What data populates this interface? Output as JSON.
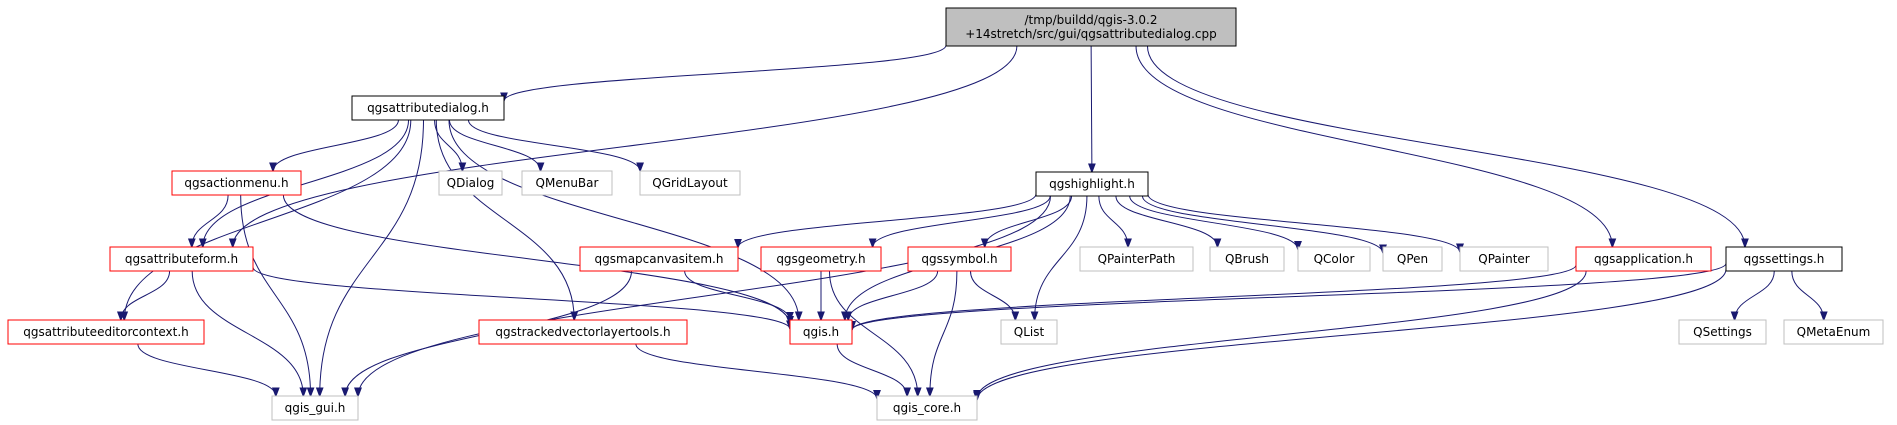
{
  "diagram": {
    "colors": {
      "root_fill": "#bfbfbf",
      "root_border": "#000000",
      "documented_border": "#000000",
      "undocumented_border": "#ff0000",
      "external_border": "#bfbfbf",
      "edge": "#191970"
    },
    "nodes": [
      {
        "id": "root",
        "lines": [
          "/tmp/buildd/qgis-3.0.2",
          "+14stretch/src/gui/qgsattributedialog.cpp"
        ],
        "kind": "root"
      },
      {
        "id": "qgsattributedialog",
        "lines": [
          "qgsattributedialog.h"
        ],
        "kind": "documented"
      },
      {
        "id": "qgshighlight",
        "lines": [
          "qgshighlight.h"
        ],
        "kind": "documented"
      },
      {
        "id": "qgssettings",
        "lines": [
          "qgssettings.h"
        ],
        "kind": "documented"
      },
      {
        "id": "qgsapplication",
        "lines": [
          "qgsapplication.h"
        ],
        "kind": "undocumented"
      },
      {
        "id": "qgsactionmenu",
        "lines": [
          "qgsactionmenu.h"
        ],
        "kind": "undocumented"
      },
      {
        "id": "qgsattributeform",
        "lines": [
          "qgsattributeform.h"
        ],
        "kind": "undocumented"
      },
      {
        "id": "qgsattributeeditorcontext",
        "lines": [
          "qgsattributeeditorcontext.h"
        ],
        "kind": "undocumented"
      },
      {
        "id": "qgstrackedvectorlayertools",
        "lines": [
          "qgstrackedvectorlayertools.h"
        ],
        "kind": "undocumented"
      },
      {
        "id": "qgsmapcanvasitem",
        "lines": [
          "qgsmapcanvasitem.h"
        ],
        "kind": "undocumented"
      },
      {
        "id": "qgsgeometry",
        "lines": [
          "qgsgeometry.h"
        ],
        "kind": "undocumented"
      },
      {
        "id": "qgssymbol",
        "lines": [
          "qgssymbol.h"
        ],
        "kind": "undocumented"
      },
      {
        "id": "qgis",
        "lines": [
          "qgis.h"
        ],
        "kind": "undocumented"
      },
      {
        "id": "qgis_gui",
        "lines": [
          "qgis_gui.h"
        ],
        "kind": "external"
      },
      {
        "id": "qgis_core",
        "lines": [
          "qgis_core.h"
        ],
        "kind": "external"
      },
      {
        "id": "QDialog",
        "lines": [
          "QDialog"
        ],
        "kind": "external"
      },
      {
        "id": "QMenuBar",
        "lines": [
          "QMenuBar"
        ],
        "kind": "external"
      },
      {
        "id": "QGridLayout",
        "lines": [
          "QGridLayout"
        ],
        "kind": "external"
      },
      {
        "id": "QPainterPath",
        "lines": [
          "QPainterPath"
        ],
        "kind": "external"
      },
      {
        "id": "QBrush",
        "lines": [
          "QBrush"
        ],
        "kind": "external"
      },
      {
        "id": "QColor",
        "lines": [
          "QColor"
        ],
        "kind": "external"
      },
      {
        "id": "QPen",
        "lines": [
          "QPen"
        ],
        "kind": "external"
      },
      {
        "id": "QPainter",
        "lines": [
          "QPainter"
        ],
        "kind": "external"
      },
      {
        "id": "QList",
        "lines": [
          "QList"
        ],
        "kind": "external"
      },
      {
        "id": "QSettings",
        "lines": [
          "QSettings"
        ],
        "kind": "external"
      },
      {
        "id": "QMetaEnum",
        "lines": [
          "QMetaEnum"
        ],
        "kind": "external"
      }
    ],
    "edges": [
      [
        "root",
        "qgsattributedialog"
      ],
      [
        "root",
        "qgsattributeform"
      ],
      [
        "root",
        "qgshighlight"
      ],
      [
        "root",
        "qgsapplication"
      ],
      [
        "root",
        "qgssettings"
      ],
      [
        "qgsattributedialog",
        "qgsactionmenu"
      ],
      [
        "qgsattributedialog",
        "qgsattributeform"
      ],
      [
        "qgsattributedialog",
        "qgsattributeeditorcontext"
      ],
      [
        "qgsattributedialog",
        "qgis_gui"
      ],
      [
        "qgsattributedialog",
        "qgstrackedvectorlayertools"
      ],
      [
        "qgsattributedialog",
        "QDialog"
      ],
      [
        "qgsattributedialog",
        "QMenuBar"
      ],
      [
        "qgsattributedialog",
        "QGridLayout"
      ],
      [
        "qgsattributedialog",
        "qgis"
      ],
      [
        "qgsactionmenu",
        "qgsattributeform"
      ],
      [
        "qgsactionmenu",
        "qgis_gui"
      ],
      [
        "qgsactionmenu",
        "qgis"
      ],
      [
        "qgsattributeform",
        "qgsattributeeditorcontext"
      ],
      [
        "qgsattributeform",
        "qgis_gui"
      ],
      [
        "qgsattributeform",
        "qgis"
      ],
      [
        "qgsattributeeditorcontext",
        "qgis_gui"
      ],
      [
        "qgstrackedvectorlayertools",
        "qgis_core"
      ],
      [
        "qgshighlight",
        "qgsmapcanvasitem"
      ],
      [
        "qgshighlight",
        "qgsgeometry"
      ],
      [
        "qgshighlight",
        "qgssymbol"
      ],
      [
        "qgshighlight",
        "qgis"
      ],
      [
        "qgshighlight",
        "qgis_gui"
      ],
      [
        "qgshighlight",
        "QList"
      ],
      [
        "qgshighlight",
        "QPainterPath"
      ],
      [
        "qgshighlight",
        "QBrush"
      ],
      [
        "qgshighlight",
        "QColor"
      ],
      [
        "qgshighlight",
        "QPen"
      ],
      [
        "qgshighlight",
        "QPainter"
      ],
      [
        "qgsmapcanvasitem",
        "qgis"
      ],
      [
        "qgsmapcanvasitem",
        "qgis_gui"
      ],
      [
        "qgsgeometry",
        "qgis"
      ],
      [
        "qgsgeometry",
        "qgis_core"
      ],
      [
        "qgssymbol",
        "qgis"
      ],
      [
        "qgssymbol",
        "QList"
      ],
      [
        "qgssymbol",
        "qgis_core"
      ],
      [
        "qgis",
        "qgis_core"
      ],
      [
        "qgsapplication",
        "qgis"
      ],
      [
        "qgsapplication",
        "qgis_core"
      ],
      [
        "qgssettings",
        "qgis"
      ],
      [
        "qgssettings",
        "qgis_core"
      ],
      [
        "qgssettings",
        "QSettings"
      ],
      [
        "qgssettings",
        "QMetaEnum"
      ]
    ]
  }
}
